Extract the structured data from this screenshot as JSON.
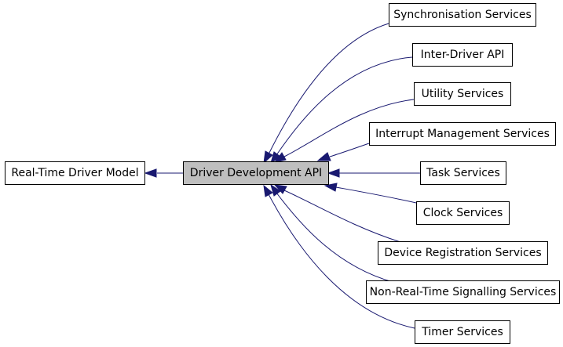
{
  "diagram": {
    "parent": {
      "id": "rtdm",
      "label": "Real-Time Driver Model"
    },
    "current": {
      "id": "api",
      "label": "Driver Development API"
    },
    "children": [
      {
        "id": "sync",
        "label": "Synchronisation Services"
      },
      {
        "id": "interdriver",
        "label": "Inter-Driver API"
      },
      {
        "id": "utility",
        "label": "Utility Services"
      },
      {
        "id": "interrupt",
        "label": "Interrupt Management Services"
      },
      {
        "id": "task",
        "label": "Task Services"
      },
      {
        "id": "clock",
        "label": "Clock Services"
      },
      {
        "id": "devreg",
        "label": "Device Registration Services"
      },
      {
        "id": "nrt",
        "label": "Non-Real-Time Signalling Services"
      },
      {
        "id": "timer",
        "label": "Timer Services"
      }
    ],
    "colors": {
      "edge": "#191970",
      "current_fill": "#bfbfbf",
      "node_fill": "#ffffff",
      "node_border": "#000000"
    }
  }
}
